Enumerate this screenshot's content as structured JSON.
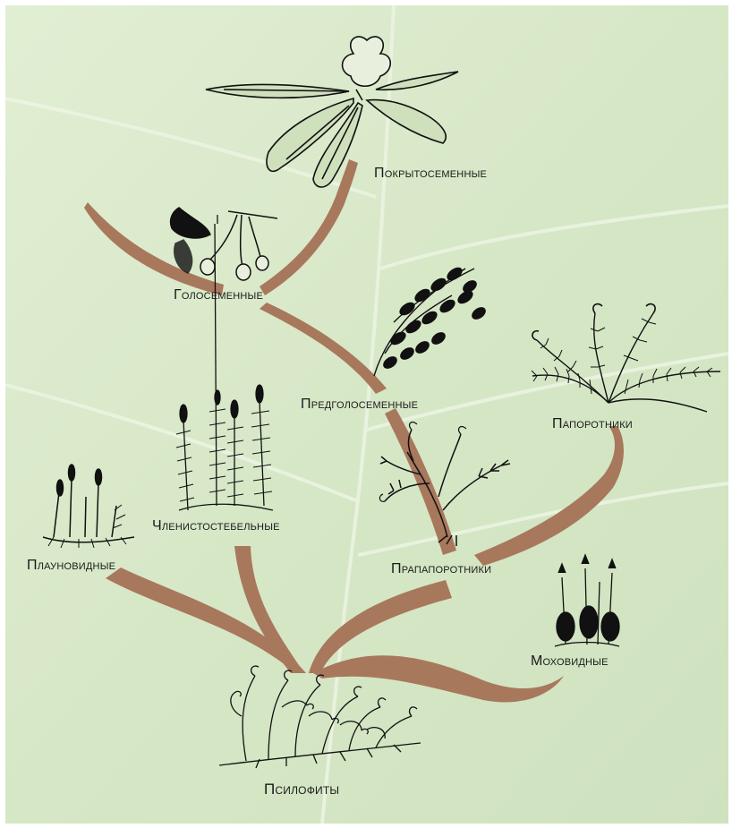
{
  "diagram": {
    "colors": {
      "background": "#dbe9cc",
      "background_dark": "#c9dcb6",
      "branch": "#a8785c",
      "ink": "#111111"
    },
    "taxa": {
      "angiosperms": "Покрытосеменные",
      "gymnosperms": "Голосеменные",
      "progymnosperms": "Предголосеменные",
      "ferns": "Папоротники",
      "horsetails": "Членистостебельные",
      "lycophytes": "Плауновидные",
      "preferns": "Прапапоротники",
      "mosses": "Моховидные",
      "psilophytes": "Псилофиты"
    },
    "icons": [
      "magnolia-icon",
      "ginkgo-icon",
      "progymnosperm-icon",
      "fern-icon",
      "horsetail-icon",
      "clubmoss-icon",
      "prefern-icon",
      "moss-icon",
      "psilophyte-icon"
    ]
  }
}
